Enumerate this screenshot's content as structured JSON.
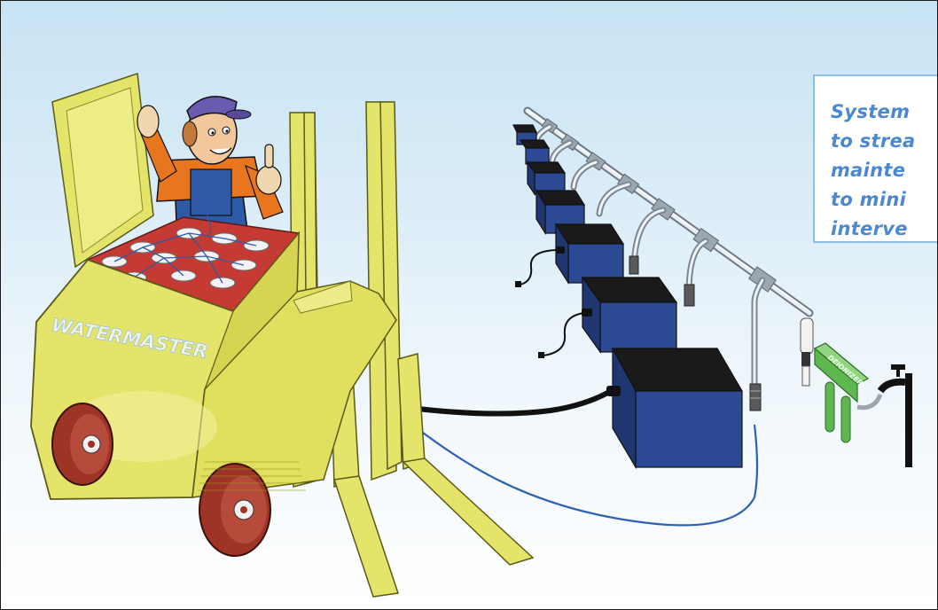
{
  "callout": {
    "lines": [
      "System",
      "to strea",
      "mainte",
      "to mini",
      "interve"
    ]
  },
  "forklift": {
    "brand_label": "WATERMASTER"
  },
  "colors": {
    "forklift_yellow": "#e4e36a",
    "battery_blue": "#2c4a93",
    "tray_red": "#c53a33",
    "wheel_red": "#9e3425",
    "filter_green": "#5fb84f",
    "callout_text": "#4b88cf",
    "callout_border": "#8fc1e6"
  },
  "icons": {
    "worker": "mechanic-thumbs-up",
    "faucet": "water-tap",
    "filter": "deionizer-cartridge"
  }
}
